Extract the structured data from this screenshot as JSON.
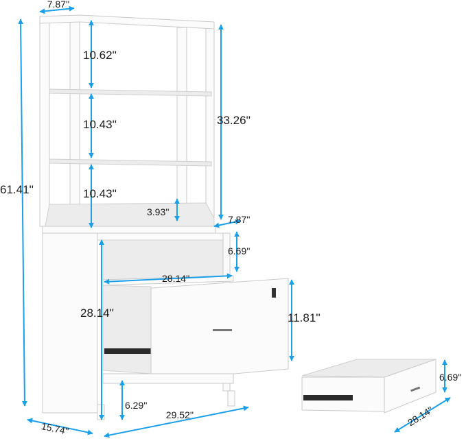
{
  "dimensions": {
    "top_depth": "7.87''",
    "total_height": "61.41''",
    "shelf_1_height": "10.62''",
    "shelf_2_height": "10.43''",
    "shelf_3_height": "10.43''",
    "hutch_height": "33.26''",
    "back_rail_height": "3.93''",
    "hutch_depth": "7.87''",
    "open_cubby_height": "6.69''",
    "inner_width": "28.14''",
    "cabinet_height": "28.14''",
    "drawer_height": "11.81''",
    "leg_clearance": "6.29''",
    "cabinet_depth": "15.74''",
    "cabinet_width": "29.52''",
    "drawer_box_height": "6.69''",
    "drawer_box_length": "28.14''"
  },
  "colors": {
    "arrow": "#1a9fe8",
    "furniture": "#ffffff"
  }
}
